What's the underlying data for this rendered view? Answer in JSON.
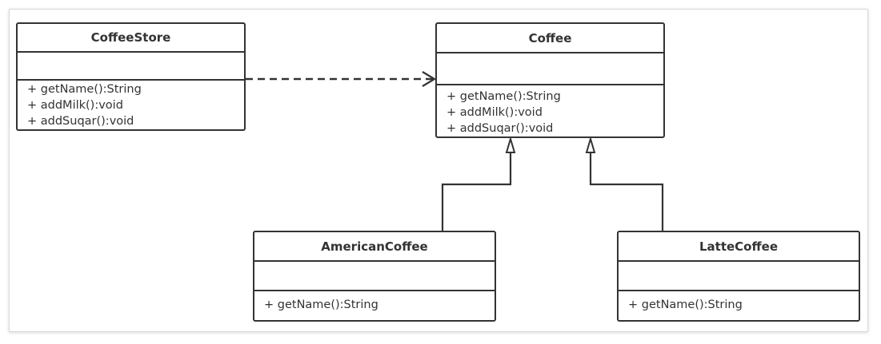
{
  "diagram": {
    "classes": [
      {
        "id": "coffee-store",
        "name": "CoffeeStore",
        "attributes": [],
        "operations": [
          "+ getName():String",
          "+ addMilk():void",
          "+ addSuqar():void"
        ]
      },
      {
        "id": "coffee",
        "name": "Coffee",
        "attributes": [],
        "operations": [
          "+ getName():String",
          "+ addMilk():void",
          "+ addSuqar():void"
        ]
      },
      {
        "id": "american-coffee",
        "name": "AmericanCoffee",
        "attributes": [],
        "operations": [
          "+ getName():String"
        ]
      },
      {
        "id": "latte-coffee",
        "name": "LatteCoffee",
        "attributes": [],
        "operations": [
          "+ getName():String"
        ]
      }
    ],
    "relationships": [
      {
        "type": "dependency",
        "from": "CoffeeStore",
        "to": "Coffee"
      },
      {
        "type": "generalization",
        "from": "AmericanCoffee",
        "to": "Coffee"
      },
      {
        "type": "generalization",
        "from": "LatteCoffee",
        "to": "Coffee"
      }
    ],
    "colors": {
      "stroke": "#333333",
      "background": "#ffffff",
      "frame_border": "#d9d9d9"
    }
  }
}
